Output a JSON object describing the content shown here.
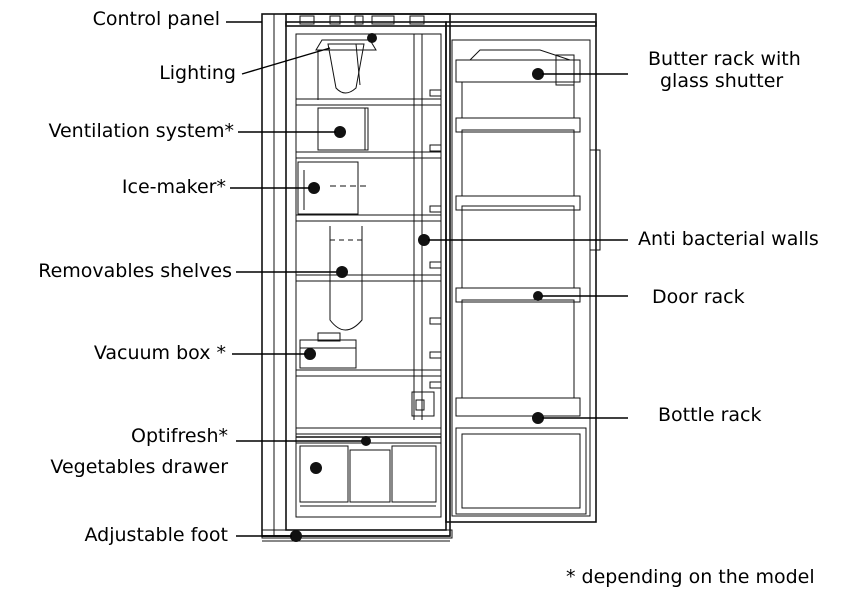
{
  "left_labels": [
    {
      "id": "control-panel",
      "text": "Control panel"
    },
    {
      "id": "lighting",
      "text": "Lighting"
    },
    {
      "id": "ventilation-system",
      "text": "Ventilation system*"
    },
    {
      "id": "ice-maker",
      "text": "Ice-maker*"
    },
    {
      "id": "removables-shelves",
      "text": "Removables shelves"
    },
    {
      "id": "vacuum-box",
      "text": "Vacuum box *"
    },
    {
      "id": "optifresh",
      "text": "Optifresh*"
    },
    {
      "id": "vegetables-drawer",
      "text": "Vegetables drawer"
    },
    {
      "id": "adjustable-foot",
      "text": "Adjustable foot"
    }
  ],
  "right_labels": [
    {
      "id": "butter-rack",
      "line1": "Butter rack with",
      "line2": "glass shutter"
    },
    {
      "id": "anti-bacterial-walls",
      "text": "Anti bacterial walls"
    },
    {
      "id": "door-rack",
      "text": "Door rack"
    },
    {
      "id": "bottle-rack",
      "text": "Bottle rack"
    }
  ],
  "footnote": "* depending on the model"
}
